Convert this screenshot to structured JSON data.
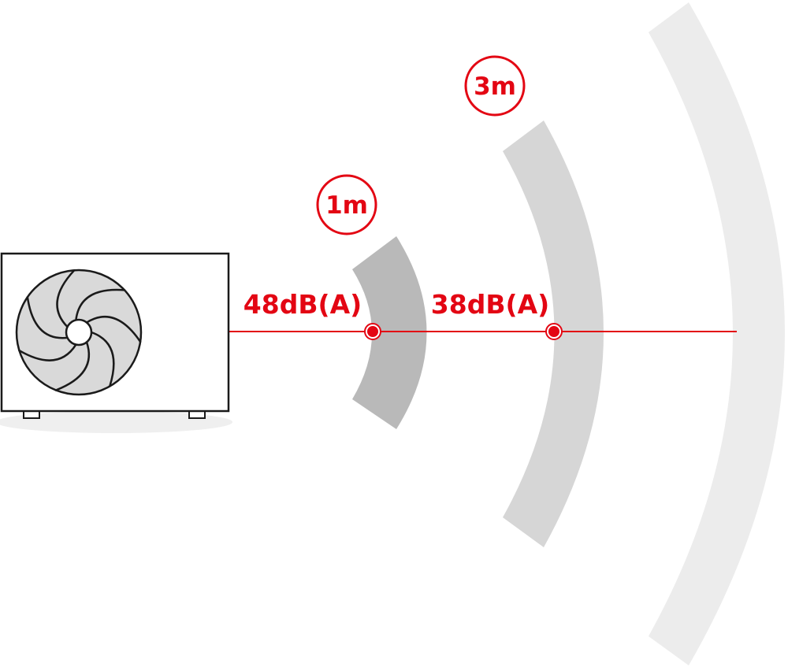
{
  "colors": {
    "accent": "#e30613",
    "wave_near": "#b9b9b9",
    "wave_mid": "#d6d6d6",
    "wave_far": "#ececec",
    "fan_fill": "#d9d9d9",
    "outline": "#1a1a1a",
    "shadow": "#efefef"
  },
  "icons": {
    "unit": "heat-pump-outdoor-unit-icon",
    "fan": "fan-icon"
  },
  "measurements": [
    {
      "distance": "1m",
      "level": "48dB(A)"
    },
    {
      "distance": "3m",
      "level": "38dB(A)"
    }
  ]
}
